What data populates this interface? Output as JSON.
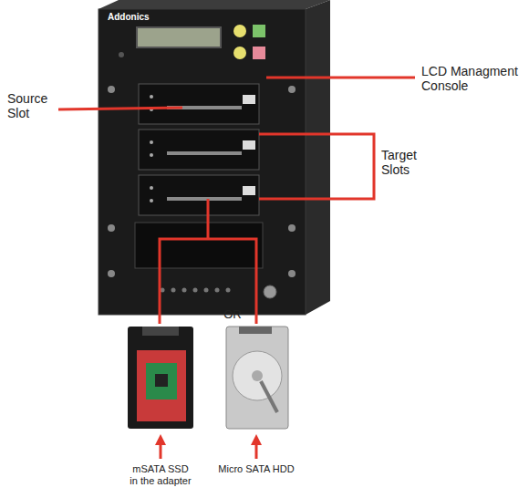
{
  "diagram": {
    "labels": [
      "Addonics",
      "Source Slot",
      "LCD Managment Console",
      "Target Slots",
      "OR",
      "mSATA SSD in the adapter",
      "Micro SATA HDD"
    ]
  }
}
